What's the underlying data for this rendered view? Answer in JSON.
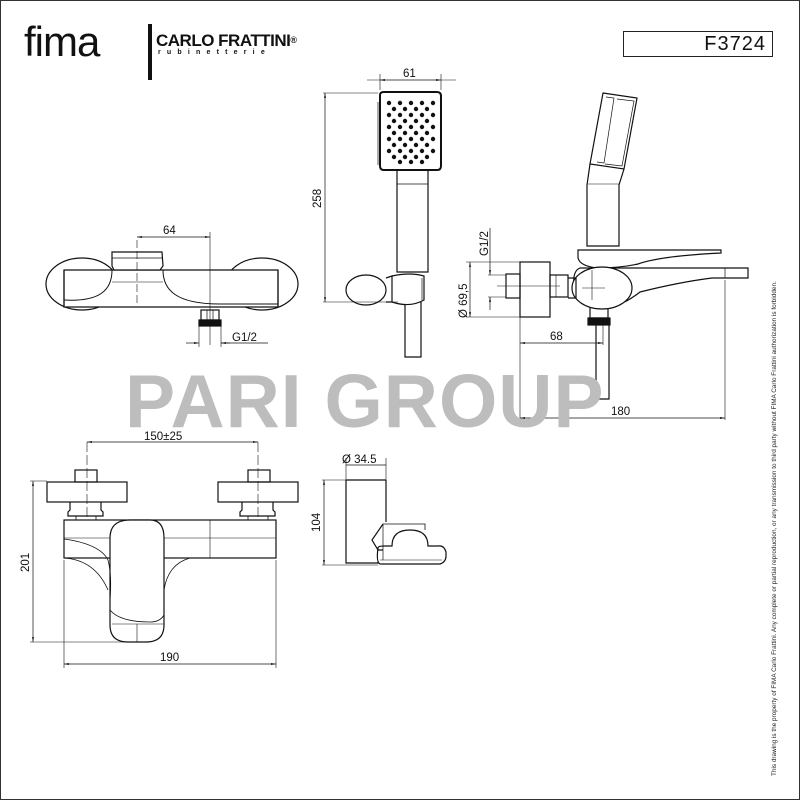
{
  "header": {
    "brand_primary": "fima",
    "brand_secondary": "CARLO FRATTINI",
    "brand_registered": "®",
    "brand_tagline": "rubinetterie",
    "product_code": "F3724"
  },
  "watermark": "PARI GROUP",
  "copyright_notice": "This drawing is the property of FIMA Carlo Frattini. Any complete or partial reproduction, or any transmission to third party without FIMA Carlo Frattini authorization is forbidden.",
  "views": {
    "mixer_top_view": {
      "dimensions": {
        "handle_offset": "64",
        "connection": "G1/2"
      }
    },
    "hand_shower": {
      "dimensions": {
        "head_width": "61",
        "total_length": "258"
      }
    },
    "side_view": {
      "dimensions": {
        "connection": "G1/2",
        "rosette_diameter": "Ø 69,5",
        "wall_to_outlet": "68",
        "total_projection": "180"
      }
    },
    "mixer_front_view": {
      "dimensions": {
        "centres": "150±25",
        "height": "201",
        "width": "190"
      }
    },
    "wall_holder": {
      "dimensions": {
        "diameter": "Ø 34.5",
        "height": "104"
      }
    }
  },
  "colors": {
    "line": "#111111",
    "watermark": "#bdbdbd",
    "background": "#ffffff"
  }
}
